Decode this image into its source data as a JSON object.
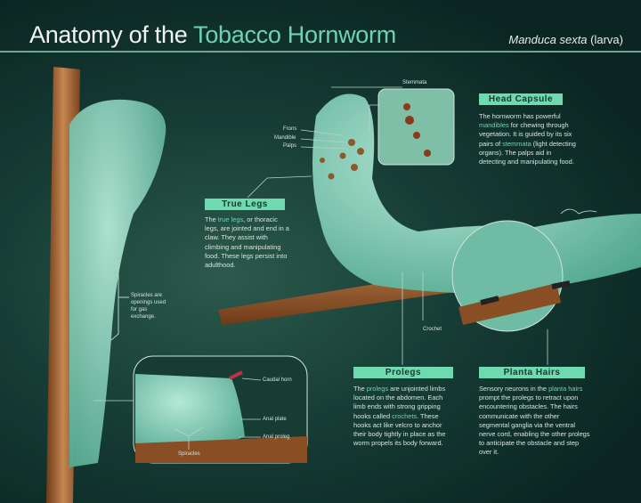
{
  "header": {
    "title_prefix": "Anatomy of the ",
    "title_highlight": "Tobacco Hornworm",
    "species_italic": "Manduca sexta",
    "species_note": " (larva)"
  },
  "colors": {
    "accent": "#6fd9b0",
    "background": "#0d2a26",
    "caterpillar": "#7fcfb8",
    "twig": "#9a5a2c"
  },
  "head_capsule": {
    "heading": "Head Capsule",
    "text_1": "The hornworm has powerful ",
    "term_1": "mandibles",
    "text_2": " for chewing through vegetation. It is guided by its six pairs of ",
    "term_2": "stemmata",
    "text_3": " (light detecting organs). The palps aid in detecting and manipulating food."
  },
  "true_legs": {
    "heading": "True Legs",
    "text_1": "The ",
    "term_1": "true legs",
    "text_2": ", or thoracic legs, are jointed and end in a claw. They assist with climbing and manipulating food. These legs persist into adulthood."
  },
  "prolegs": {
    "heading": "Prolegs",
    "text_1": "The ",
    "term_1": "prolegs",
    "text_2": " are unjointed limbs located on the abdomen. Each limb ends with strong gripping hooks called ",
    "term_2": "crochets",
    "text_3": ". These hooks act like velcro to anchor their body tightly in place as the worm propels its body forward."
  },
  "planta_hairs": {
    "heading": "Planta Hairs",
    "text_1": "Sensory neurons in the ",
    "term_1": "planta hairs",
    "text_2": " prompt the prolegs to retract upon encountering obstacles. The hairs communicate with the other segmental ganglia via the ventral nerve cord, enabling the other prolegs to anticipate the obstacle and step over it."
  },
  "labels": {
    "stemmata": "Stemmata",
    "frons": "Frons",
    "mandible": "Mandible",
    "palps": "Palps",
    "crochet": "Crochet",
    "spiracles_note": "Spiracles are openings used for gas exchange.",
    "caudal_horn": "Caudal horn",
    "anal_plate": "Anal plate",
    "anal_proleg": "Anal proleg",
    "spiracles": "Spiracles"
  }
}
